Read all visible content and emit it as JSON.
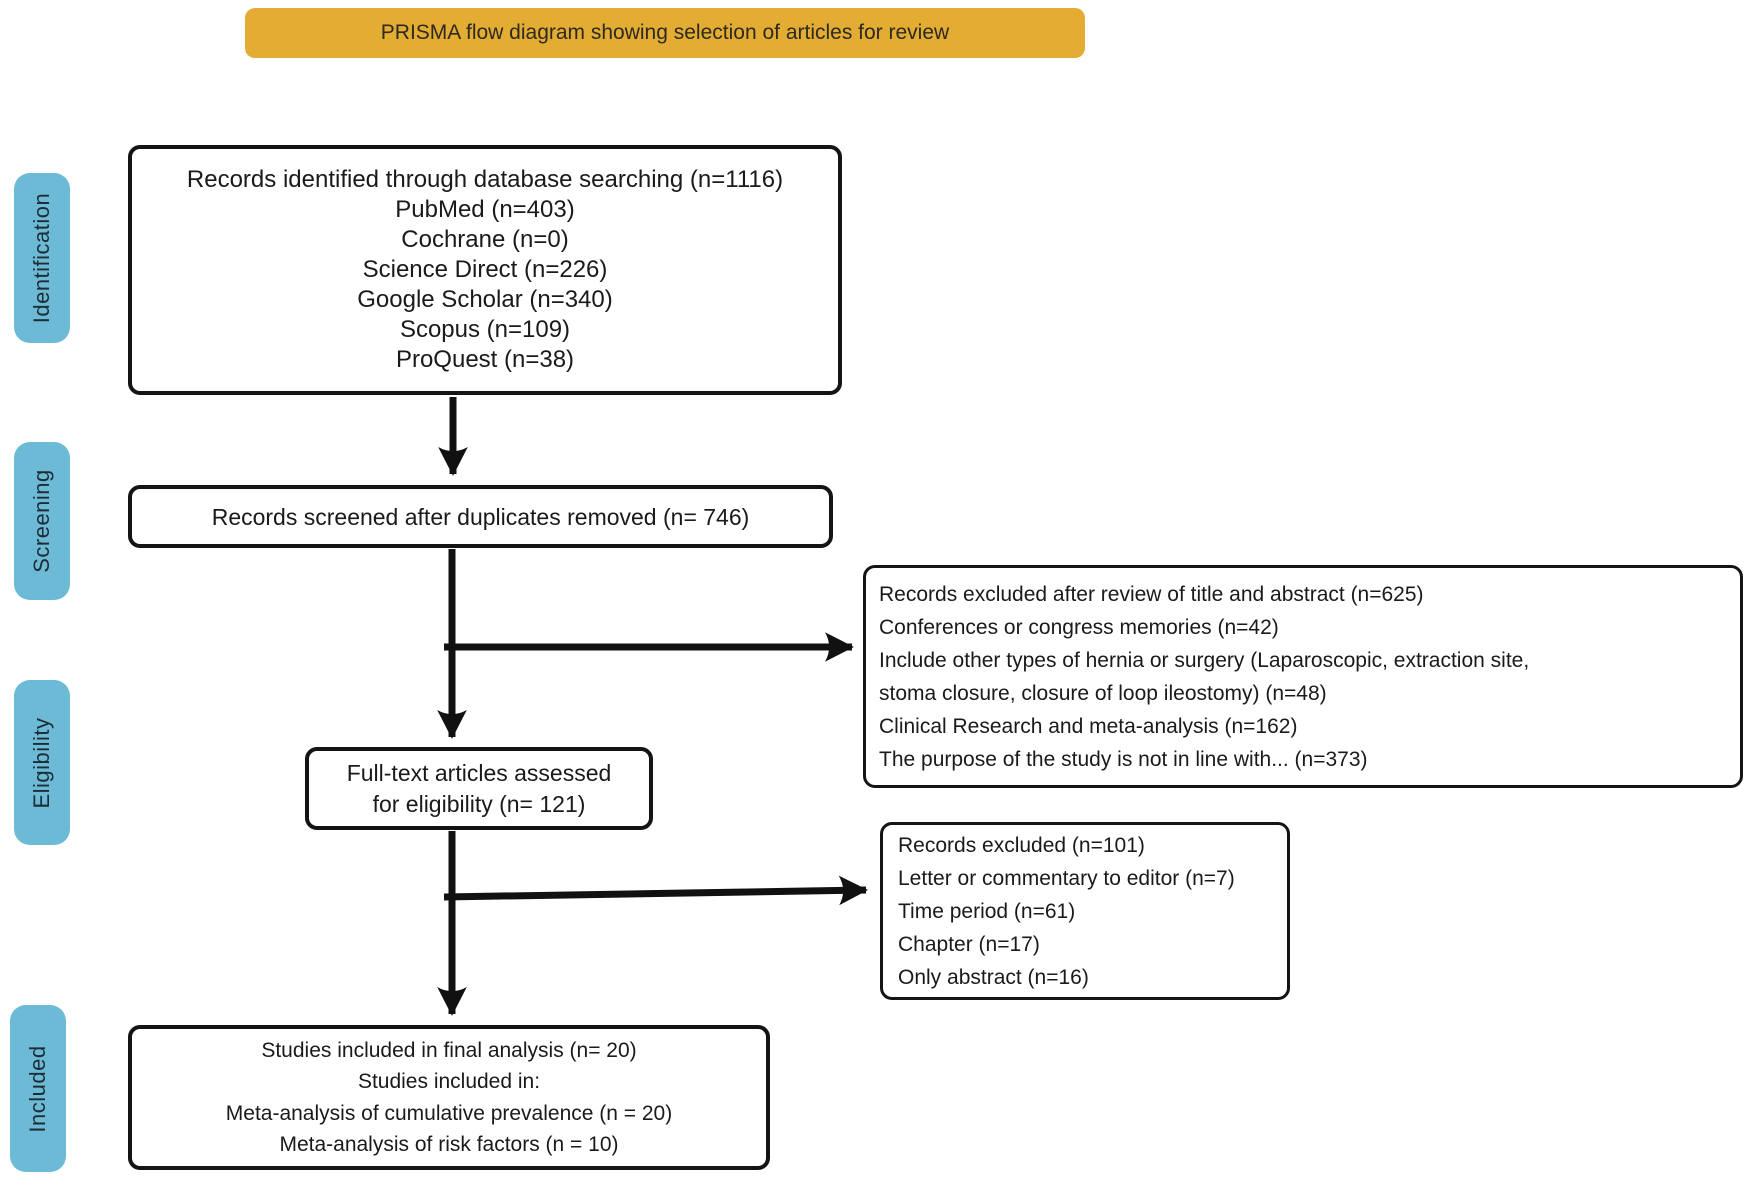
{
  "title": {
    "text": "PRISMA flow diagram showing selection of articles for review"
  },
  "sidebar": {
    "stages": [
      {
        "label": "Identification"
      },
      {
        "label": "Screening"
      },
      {
        "label": "Eligibility"
      },
      {
        "label": "Included"
      }
    ]
  },
  "flow": {
    "identified": {
      "lines": [
        "Records identified through database searching (n=1116)",
        "PubMed (n=403)",
        "Cochrane (n=0)",
        "Science Direct (n=226)",
        "Google Scholar (n=340)",
        "Scopus (n=109)",
        "ProQuest (n=38)"
      ]
    },
    "screened": {
      "lines": [
        "Records screened after duplicates removed (n= 746)"
      ]
    },
    "excluded_after_title_abstract": {
      "lines": [
        "Records excluded after review of title and abstract (n=625)",
        "Conferences or congress memories (n=42)",
        "Include other types of hernia or surgery (Laparoscopic, extraction site,",
        "stoma closure, closure of loop ileostomy) (n=48)",
        "Clinical Research and meta-analysis (n=162)",
        "The purpose of the study is not in line with... (n=373)"
      ]
    },
    "full_text_assessed": {
      "lines": [
        "Full-text articles assessed",
        "for eligibility (n= 121)"
      ]
    },
    "records_excluded_full_text": {
      "lines": [
        "Records excluded (n=101)",
        "Letter or commentary to editor (n=7)",
        "Time period (n=61)",
        "Chapter (n=17)",
        "Only abstract (n=16)"
      ]
    },
    "included_final": {
      "lines": [
        "Studies included in final analysis (n= 20)",
        "Studies included in:",
        "Meta-analysis of cumulative prevalence (n = 20)",
        "Meta-analysis of risk factors (n = 10)"
      ]
    }
  },
  "colors": {
    "banner_bg": "#E3AC33",
    "banner_text": "#2E2A20",
    "stage_bg": "#6CBAD6",
    "stage_text": "#1D2D36",
    "box_border": "#141414",
    "arrow": "#111111",
    "background": "#FFFFFF"
  }
}
